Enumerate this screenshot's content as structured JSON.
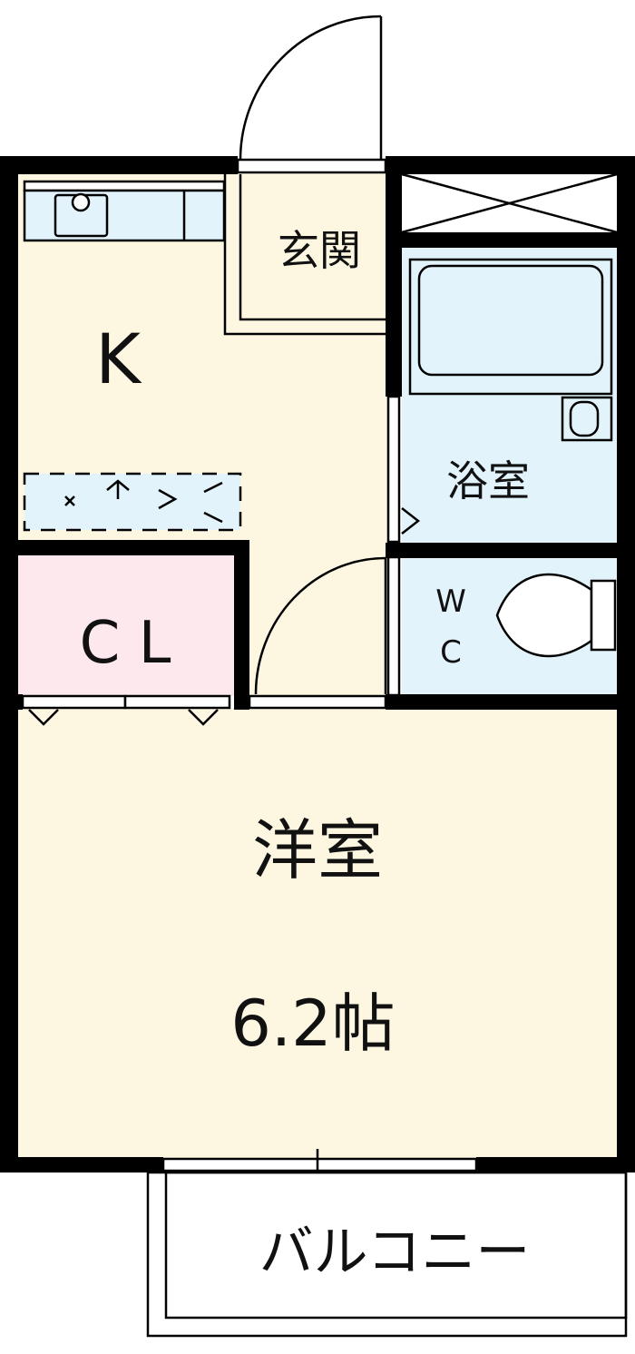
{
  "rooms": {
    "kitchen": "K",
    "entrance": "玄関",
    "bathroom": "浴室",
    "toilet_w": "W",
    "toilet_c": "C",
    "closet": "C L",
    "western_room": "洋室",
    "western_room_size": "6.2帖",
    "balcony": "バルコニー"
  },
  "colors": {
    "floor": "#fdf6e1",
    "water": "#e2f3fc",
    "closet": "#fde8ee",
    "wall": "#000000"
  }
}
